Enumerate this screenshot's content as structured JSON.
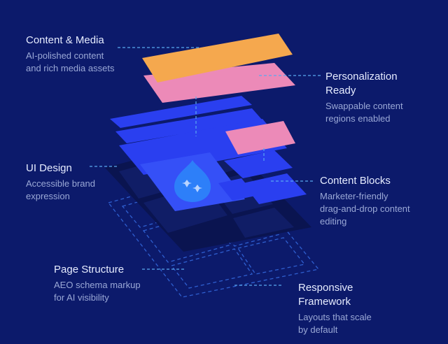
{
  "colors": {
    "background": "#0c1a6b",
    "orange_layer": "#f5a84e",
    "pink_layer": "#ec8ab8",
    "blue_layer": "#2a3ff0",
    "dark_layer": "#0a1450",
    "connector": "#5aa9f0",
    "drupal_drop": "#2d7ff9"
  },
  "labels": {
    "content_media": {
      "title": "Content & Media",
      "desc_line1": "AI-polished content",
      "desc_line2": "and rich media assets"
    },
    "personalization": {
      "title_line1": "Personalization",
      "title_line2": "Ready",
      "desc_line1": "Swappable content",
      "desc_line2": "regions enabled"
    },
    "ui_design": {
      "title": "UI Design",
      "desc_line1": "Accessible brand",
      "desc_line2": "expression"
    },
    "content_blocks": {
      "title": "Content Blocks",
      "desc_line1": "Marketer-friendly",
      "desc_line2": "drag-and-drop content",
      "desc_line3": "editing"
    },
    "page_structure": {
      "title": "Page Structure",
      "desc_line1": "AEO schema markup",
      "desc_line2": "for AI visibility"
    },
    "responsive": {
      "title_line1": "Responsive",
      "title_line2": "Framework",
      "desc_line1": "Layouts that scale",
      "desc_line2": "by default"
    }
  },
  "icons": {
    "center_logo": "drupal-drop-icon"
  }
}
